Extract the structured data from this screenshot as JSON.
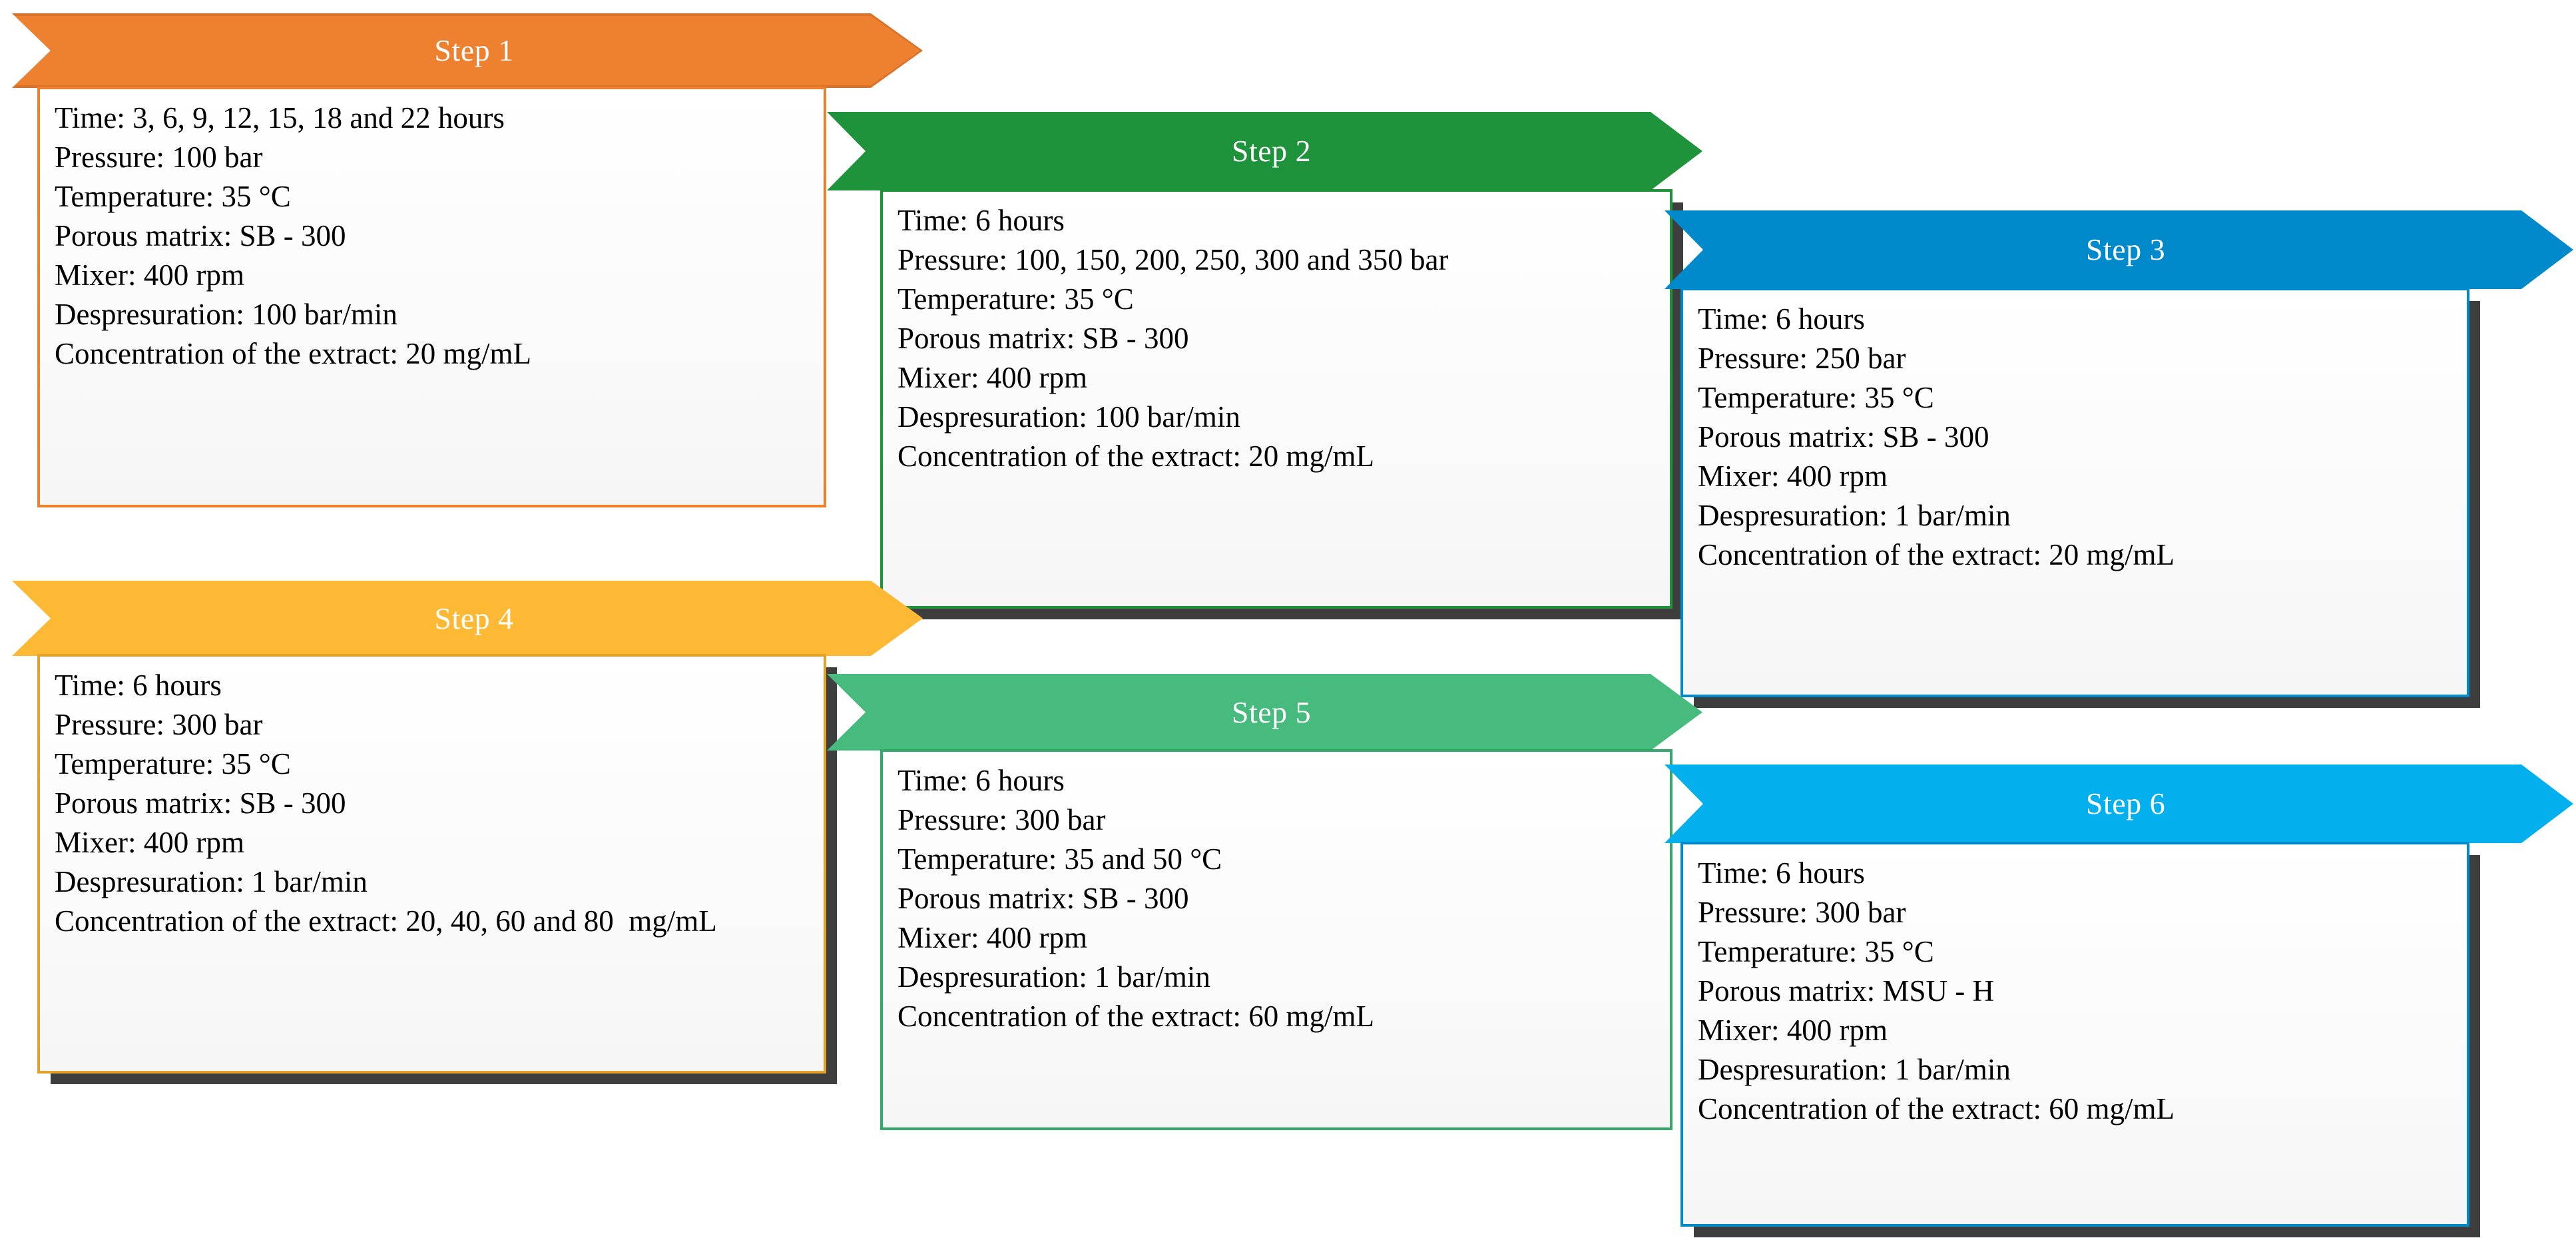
{
  "diagram": {
    "title": "Experimental steps flow diagram",
    "type": "process-chevron-flow",
    "colors": {
      "step1": "#ED812F",
      "step2": "#1E933C",
      "step3": "#0089CB",
      "step4": "#FDB933",
      "step5": "#47BA7D",
      "step6": "#03B0ED",
      "body_background": "#FAFAFA",
      "body_text": "#000000",
      "banner_text": "#FFFFFF",
      "shadow": "#141414"
    },
    "steps": [
      {
        "id": "step-1",
        "label": "Step 1",
        "accent": "#ED812F",
        "lines": [
          "Time: 3, 6, 9, 12, 15, 18 and 22 hours",
          "Pressure: 100 bar",
          "Temperature: 35 °C",
          "Porous matrix: SB - 300",
          "Mixer: 400 rpm",
          "Despresuration: 100 bar/min",
          "Concentration of the extract: 20 mg/mL"
        ],
        "parameters": {
          "time": "3, 6, 9, 12, 15, 18 and 22 hours",
          "pressure": "100 bar",
          "temperature": "35 °C",
          "porous_matrix": "SB - 300",
          "mixer": "400 rpm",
          "despresuration": "100 bar/min",
          "concentration_of_the_extract": "20 mg/mL"
        }
      },
      {
        "id": "step-2",
        "label": "Step 2",
        "accent": "#1E933C",
        "lines": [
          "Time: 6 hours",
          "Pressure: 100, 150, 200, 250, 300 and 350 bar",
          "Temperature: 35 °C",
          "Porous matrix: SB - 300",
          "Mixer: 400 rpm",
          "Despresuration: 100 bar/min",
          "Concentration of the extract: 20 mg/mL"
        ],
        "parameters": {
          "time": "6 hours",
          "pressure": "100, 150, 200, 250, 300 and 350 bar",
          "temperature": "35 °C",
          "porous_matrix": "SB - 300",
          "mixer": "400 rpm",
          "despresuration": "100 bar/min",
          "concentration_of_the_extract": "20 mg/mL"
        }
      },
      {
        "id": "step-3",
        "label": "Step 3",
        "accent": "#0089CB",
        "lines": [
          "Time: 6 hours",
          "Pressure: 250 bar",
          "Temperature: 35 °C",
          "Porous matrix: SB - 300",
          "Mixer: 400 rpm",
          "Despresuration: 1 bar/min",
          "Concentration of the extract: 20 mg/mL"
        ],
        "parameters": {
          "time": "6 hours",
          "pressure": "250 bar",
          "temperature": "35 °C",
          "porous_matrix": "SB - 300",
          "mixer": "400 rpm",
          "despresuration": "1 bar/min",
          "concentration_of_the_extract": "20 mg/mL"
        }
      },
      {
        "id": "step-4",
        "label": "Step 4",
        "accent": "#FDB933",
        "lines": [
          "Time: 6 hours",
          "Pressure: 300 bar",
          "Temperature: 35 °C",
          "Porous matrix: SB - 300",
          "Mixer: 400 rpm",
          "Despresuration: 1 bar/min",
          "Concentration of the extract: 20, 40, 60 and 80  mg/mL"
        ],
        "parameters": {
          "time": "6 hours",
          "pressure": "300 bar",
          "temperature": "35 °C",
          "porous_matrix": "SB - 300",
          "mixer": "400 rpm",
          "despresuration": "1 bar/min",
          "concentration_of_the_extract": "20, 40, 60 and 80  mg/mL"
        }
      },
      {
        "id": "step-5",
        "label": "Step 5",
        "accent": "#47BA7D",
        "lines": [
          "Time: 6 hours",
          "Pressure: 300 bar",
          "Temperature: 35 and 50 °C",
          "Porous matrix: SB - 300",
          "Mixer: 400 rpm",
          "Despresuration: 1 bar/min",
          "Concentration of the extract: 60 mg/mL"
        ],
        "parameters": {
          "time": "6 hours",
          "pressure": "300 bar",
          "temperature": "35 and 50 °C",
          "porous_matrix": "SB - 300",
          "mixer": "400 rpm",
          "despresuration": "1 bar/min",
          "concentration_of_the_extract": "60 mg/mL"
        }
      },
      {
        "id": "step-6",
        "label": "Step 6",
        "accent": "#03B0ED",
        "lines": [
          "Time: 6 hours",
          "Pressure: 300 bar",
          "Temperature: 35 °C",
          "Porous matrix: MSU - H",
          "Mixer: 400 rpm",
          "Despresuration: 1 bar/min",
          "Concentration of the extract: 60 mg/mL"
        ],
        "parameters": {
          "time": "6 hours",
          "pressure": "300 bar",
          "temperature": "35 °C",
          "porous_matrix": "MSU - H",
          "mixer": "400 rpm",
          "despresuration": "1 bar/min",
          "concentration_of_the_extract": "60 mg/mL"
        }
      }
    ]
  }
}
